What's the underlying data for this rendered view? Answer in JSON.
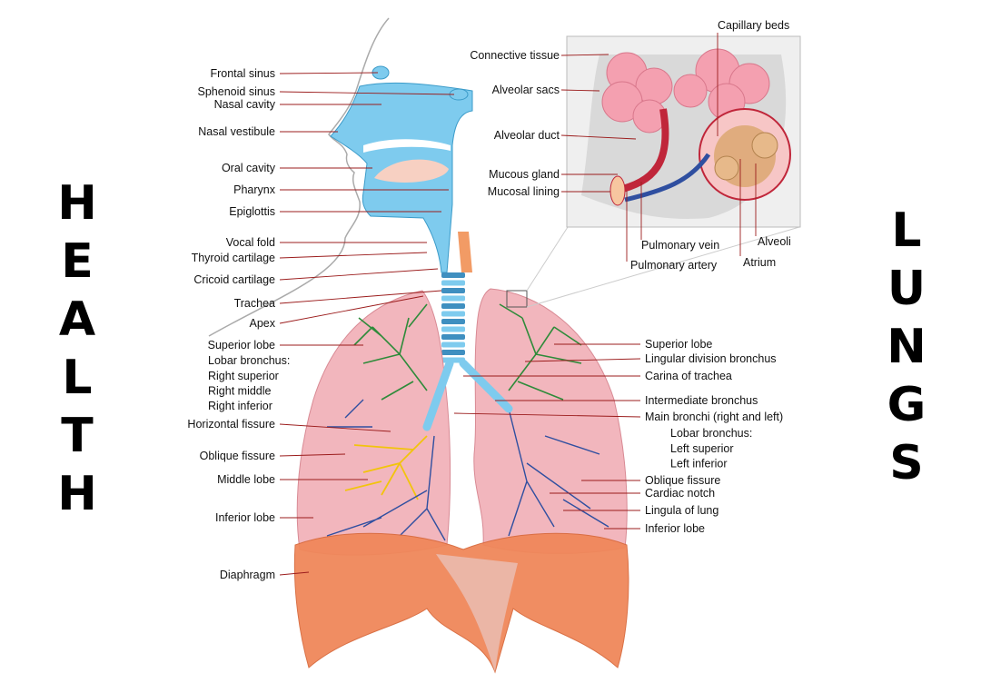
{
  "side_words": {
    "left": [
      "H",
      "E",
      "A",
      "L",
      "T",
      "H"
    ],
    "right": [
      "L",
      "U",
      "N",
      "G",
      "S"
    ]
  },
  "labels_left": [
    "Frontal sinus",
    "Sphenoid sinus",
    "Nasal cavity",
    "Nasal vestibule",
    "Oral cavity",
    "Pharynx",
    "Epiglottis",
    "Vocal fold",
    "Thyroid cartilage",
    "Cricoid cartilage",
    "Trachea",
    "Apex",
    "Superior lobe",
    "Horizontal fissure",
    "Oblique fissure",
    "Middle lobe",
    "Inferior lobe",
    "Diaphragm"
  ],
  "lobar_left": {
    "title": "Lobar bronchus:",
    "items": [
      "Right superior",
      "Right middle",
      "Right inferior"
    ]
  },
  "labels_right": [
    "Superior lobe",
    "Lingular division bronchus",
    "Carina of trachea",
    "Intermediate bronchus",
    "Main bronchi (right and left)",
    "Oblique fissure",
    "Cardiac notch",
    "Lingula of lung",
    "Inferior lobe"
  ],
  "lobar_right": {
    "title": "Lobar bronchus:",
    "items": [
      "Left superior",
      "Left inferior"
    ]
  },
  "inset_labels": [
    "Capillary beds",
    "Connective tissue",
    "Alveolar sacs",
    "Alveolar duct",
    "Mucous gland",
    "Mucosal lining",
    "Pulmonary vein",
    "Pulmonary artery",
    "Alveoli",
    "Atrium"
  ],
  "colors": {
    "leader": "#9b1c1c",
    "lung_pink": "#f2b6bd",
    "airway_blue": "#7ecbee",
    "diaphragm": "#f0875a",
    "bronchus_green": "#2e8b3a",
    "bronchus_yellow": "#f2c40c",
    "bronchus_blue": "#2f4fa0",
    "green_text": "#1f7a1f",
    "yellow_text": "#e6b800",
    "blue_text": "#2a4aa0"
  }
}
